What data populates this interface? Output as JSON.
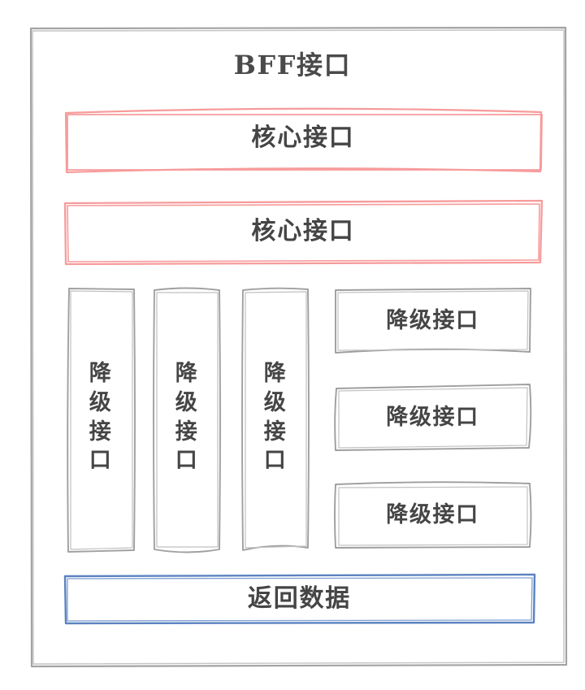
{
  "diagram": {
    "title": "BFF接口",
    "frame": {
      "name": "outer-frame",
      "stroke": "#9a9a9a"
    },
    "colors": {
      "frame_stroke": "#9a9a9a",
      "core_stroke": "#f89a9a",
      "degrade_stroke": "#9a9a9a",
      "return_stroke": "#5b82c0",
      "text": "#454545",
      "background": "#ffffff"
    },
    "core_interfaces": [
      {
        "id": "core-box-1",
        "label": "核心接口"
      },
      {
        "id": "core-box-2",
        "label": "核心接口"
      }
    ],
    "degrade_interfaces_vertical": [
      {
        "id": "vbox-1",
        "label": "降\n级\n接\n口"
      },
      {
        "id": "vbox-2",
        "label": "降\n级\n接\n口"
      },
      {
        "id": "vbox-3",
        "label": "降\n级\n接\n口"
      }
    ],
    "degrade_interfaces_horizontal": [
      {
        "id": "hbox-1",
        "label": "降级接口"
      },
      {
        "id": "hbox-2",
        "label": "降级接口"
      },
      {
        "id": "hbox-3",
        "label": "降级接口"
      }
    ],
    "return_data": {
      "id": "return-box",
      "label": "返回数据"
    }
  }
}
